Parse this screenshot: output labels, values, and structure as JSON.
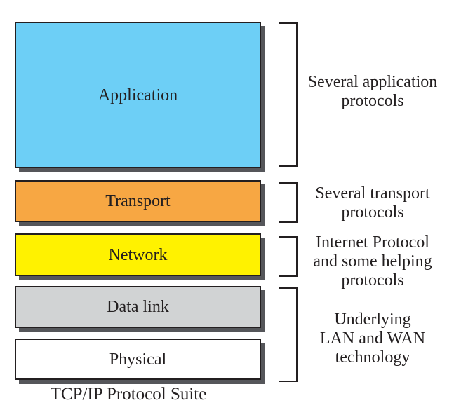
{
  "diagram": {
    "caption": "TCP/IP Protocol Suite",
    "colors": {
      "application": "#6DCFF6",
      "transport": "#F7A743",
      "network": "#FFF200",
      "datalink": "#D1D3D4",
      "physical": "#FFFFFF",
      "border": "#231F20",
      "shadow": "#55565A",
      "text": "#231F20"
    },
    "layers": [
      {
        "id": "application",
        "label": "Application"
      },
      {
        "id": "transport",
        "label": "Transport"
      },
      {
        "id": "network",
        "label": "Network"
      },
      {
        "id": "datalink",
        "label": "Data link"
      },
      {
        "id": "physical",
        "label": "Physical"
      }
    ],
    "annotations": [
      {
        "for": "application",
        "lines": [
          "Several application",
          "protocols"
        ]
      },
      {
        "for": "transport",
        "lines": [
          "Several transport",
          "protocols"
        ]
      },
      {
        "for": "network",
        "lines": [
          "Internet Protocol",
          "and some helping",
          "protocols"
        ]
      },
      {
        "for": "datalink-physical",
        "lines": [
          "Underlying",
          "LAN and WAN",
          "technology"
        ]
      }
    ]
  }
}
